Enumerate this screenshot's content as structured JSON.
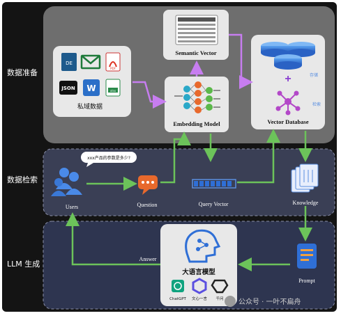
{
  "rows": {
    "prep": "数据准备",
    "retrieval": "数据检索",
    "generation": "LLM 生成"
  },
  "prep": {
    "private_data_label": "私域数据",
    "file_icons": [
      "excel-icon",
      "email-icon",
      "pdf-icon",
      "json-icon",
      "word-icon",
      "xlsx-icon"
    ],
    "file_badges": {
      "excel": "DE",
      "pdf": "PDF",
      "json": "JSON",
      "word": "W",
      "xlsx": "xlsx"
    },
    "embedding_label": "Embedding Model",
    "semantic_label": "Semantic Vector",
    "vector_db_label": "Vector Database",
    "store_tag": "存储",
    "search_tag": "检索"
  },
  "retrieval": {
    "users_label": "Users",
    "question_bubble": "xxx产品的参数是多少?",
    "question_label": "Question",
    "query_vector_label": "Query Vector",
    "knowledge_label": "Knowledge"
  },
  "generation": {
    "llm_label": "大语言模型",
    "models": [
      "ChatGPT",
      "文心一言",
      "千问"
    ],
    "answer_label": "Answer",
    "prompt_label": "Prompt"
  },
  "watermark": "公众号 · 一叶不扁舟",
  "colors": {
    "bg": "#141414",
    "panel_prep": "#6e6e6e",
    "panel_retrieval": "#3a3f55",
    "panel_generation": "#2e3550",
    "green": "#6cc35a",
    "purple": "#c77df0",
    "blue": "#2f6fd6",
    "orange": "#e8692c"
  }
}
